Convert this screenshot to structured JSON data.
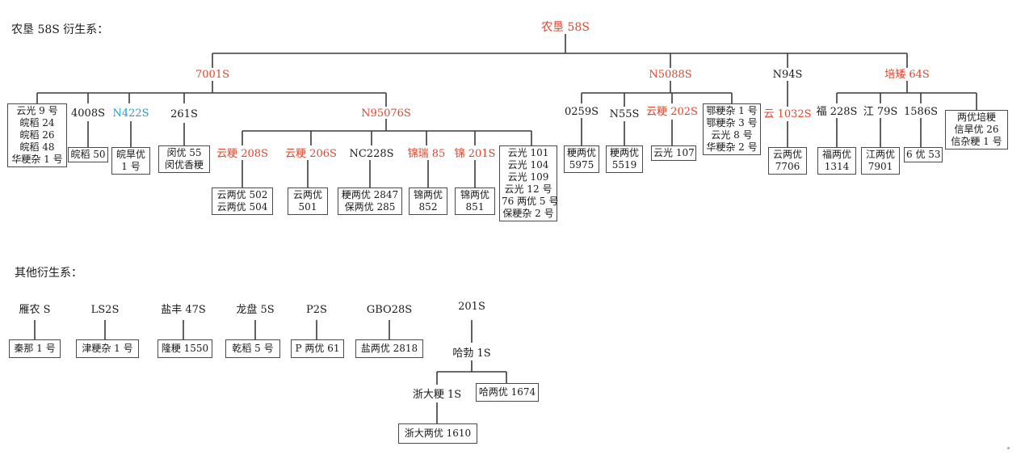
{
  "titles": {
    "main": "农垦 58S 衍生系：",
    "other": "其他衍生系："
  },
  "colors": {
    "highlight": "#e0452b",
    "accent": "#1aa0d8",
    "normal": "#1a1a1a"
  },
  "main_tree": {
    "root": "农垦 58S",
    "branches": [
      {
        "name": "7001S",
        "children": [
          {
            "name": "",
            "box": [
              "云光 9 号",
              "皖稻 24",
              "皖稻 26",
              "皖稻 48",
              "华粳杂 1 号"
            ]
          },
          {
            "name": "4008S",
            "box": [
              "皖稻 50"
            ]
          },
          {
            "name": "N422S",
            "box": [
              "皖旱优",
              "1 号"
            ]
          },
          {
            "name": "261S",
            "box": [
              "闵优 55",
              "闵优香粳"
            ]
          }
        ]
      },
      {
        "name": "N95076S",
        "children": [
          {
            "name": "云粳 208S",
            "box": [
              "云两优 502",
              "云两优 504"
            ]
          },
          {
            "name": "云粳 206S",
            "box": [
              "云两优",
              "501"
            ]
          },
          {
            "name": "NC228S",
            "box": [
              "粳两优 2847",
              "保两优 285"
            ]
          },
          {
            "name": "锦瑞 85",
            "box": [
              "锦两优",
              "852"
            ]
          },
          {
            "name": "锦 201S",
            "box": [
              "锦两优",
              "851"
            ]
          },
          {
            "name": "",
            "box": [
              "云光 101",
              "云光 104",
              "云光 109",
              "云光 12 号",
              "76 两优 5 号",
              "保粳杂 2 号"
            ]
          }
        ]
      },
      {
        "name": "N5088S",
        "children": [
          {
            "name": "0259S",
            "box": [
              "粳两优",
              "5975"
            ]
          },
          {
            "name": "N55S",
            "box": [
              "粳两优",
              "5519"
            ]
          },
          {
            "name": "云粳 202S",
            "box": [
              "云光 107"
            ]
          },
          {
            "name": "",
            "box": [
              "鄂粳杂 1 号",
              "鄂粳杂 3 号",
              "云光 8 号",
              "华粳杂 2 号"
            ]
          }
        ]
      },
      {
        "name": "N94S",
        "children": [
          {
            "name": "云 1032S",
            "box": [
              "云两优",
              "7706"
            ]
          }
        ]
      },
      {
        "name": "培矮 64S",
        "children": [
          {
            "name": "福 228S",
            "box": [
              "福两优",
              "1314"
            ]
          },
          {
            "name": "江 79S",
            "box": [
              "江两优",
              "7901"
            ]
          },
          {
            "name": "1586S",
            "box": [
              "6 优 53"
            ]
          },
          {
            "name": "",
            "box": [
              "两优培粳",
              "信旱优 26",
              "信杂粳 1 号"
            ]
          }
        ]
      }
    ]
  },
  "other_tree": {
    "simple": [
      {
        "parent": "雁农 S",
        "child": "秦那 1 号"
      },
      {
        "parent": "LS2S",
        "child": "津粳杂 1 号"
      },
      {
        "parent": "盐丰 47S",
        "child": "隆粳 1550"
      },
      {
        "parent": "龙盘 5S",
        "child": "乾稻 5 号"
      },
      {
        "parent": "P2S",
        "child": "P 两优 61"
      },
      {
        "parent": "GBO28S",
        "child": "盐两优 2818"
      }
    ],
    "chain": {
      "root": "201S",
      "mid": "哈勃 1S",
      "mid_child_box": "哈两优 1674",
      "sub": "浙大粳 1S",
      "sub_child_box": "浙大两优 1610"
    }
  }
}
